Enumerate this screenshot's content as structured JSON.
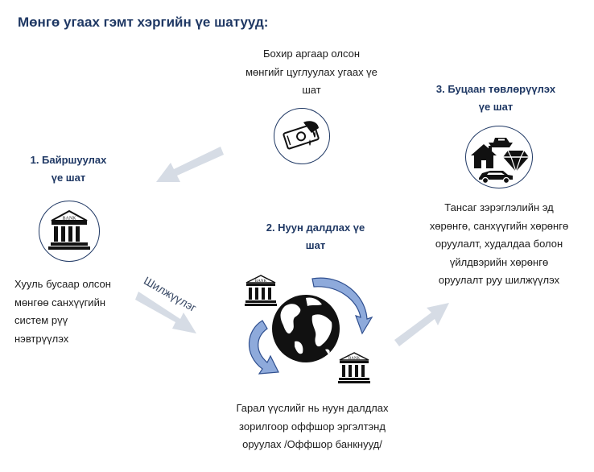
{
  "title": "Мөнгө угаах гэмт хэргийн үе шатууд:",
  "intro": {
    "line1": "Бохир аргаар олсон",
    "line2": "мөнгийг цуглуулах угаах үе",
    "line3": "шат"
  },
  "stage1": {
    "heading_line1": "1. Байршуулах",
    "heading_line2": "үе шат",
    "desc_line1": "Хууль бусаар олсон",
    "desc_line2": "мөнгөө санхүүгийн",
    "desc_line3": "систем рүү",
    "desc_line4": "нэвтрүүлэх",
    "icon": "bank-icon",
    "bank_text": "BANK"
  },
  "transfer_label": "Шилжүүлэг",
  "stage2": {
    "heading_line1": "2. Нуун далдлах үе",
    "heading_line2": "шат",
    "desc_line1": "Гарал үүслийг нь нуун далдлах",
    "desc_line2": "зорилгоор оффшор эргэлтэнд",
    "desc_line3": "оруулах /Оффшор банкнууд/",
    "icon": "globe-icon",
    "bank_text": "BANK"
  },
  "stage3": {
    "heading_line1": "3. Буцаан төвлөрүүлэх",
    "heading_line2": "үе шат",
    "desc_line1": "Тансаг зэрэглэлийн эд",
    "desc_line2": "хөрөнгө, санхүүгийн хөрөнгө",
    "desc_line3": "оруулалт, худалдаа болон",
    "desc_line4": "үйлдвэрийн хөрөнгө",
    "desc_line5": "оруулалт руу шилжүүлэх",
    "icon": "luxury-assets-icon"
  },
  "colors": {
    "heading": "#1f3864",
    "arrow_gray": "#d6dce5",
    "cycle_arrow": "#8eaadb",
    "cycle_outline": "#2f4f8f"
  }
}
